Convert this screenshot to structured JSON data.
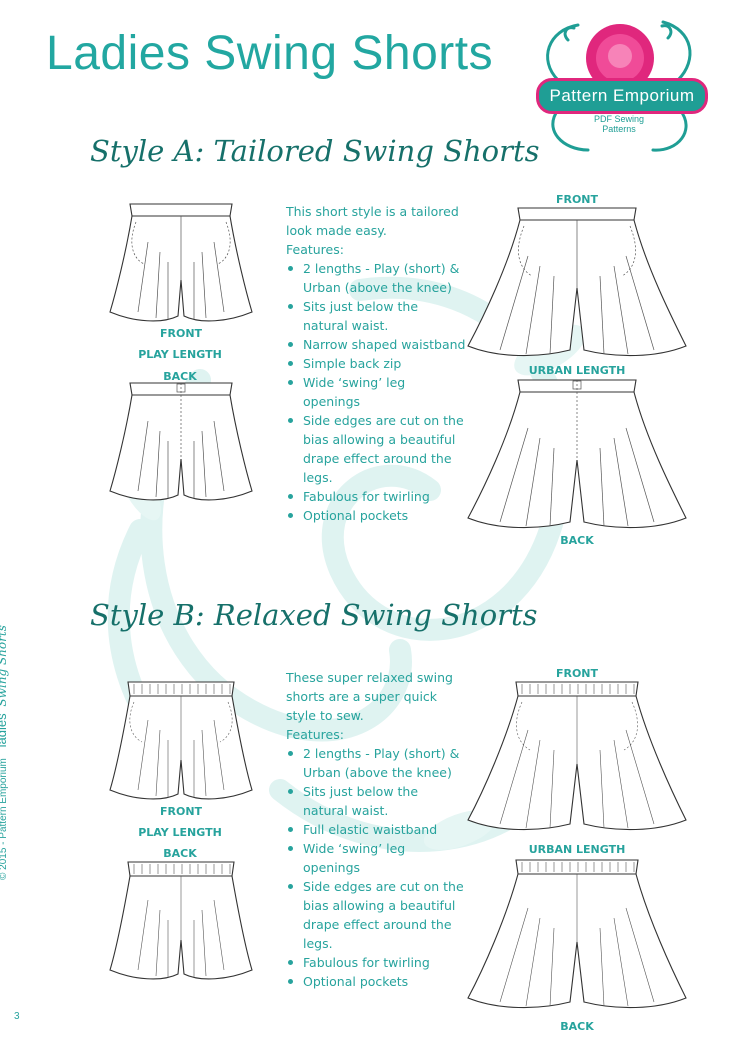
{
  "page": {
    "title": "Ladies Swing Shorts",
    "page_number": "3",
    "side_copyright": "© 2015 - Pattern Emporium",
    "side_title_a": "ladies",
    "side_title_b": "Swing Shorts"
  },
  "logo": {
    "brand": "Pattern Emporium",
    "tagline": "PDF Sewing Patterns"
  },
  "style_a": {
    "heading": "Style A: Tailored Swing Shorts",
    "intro": "This short style is a tailored look made easy.",
    "features_label": "Features:",
    "features": [
      "2 lengths - Play (short) & Urban (above the knee)",
      "Sits just below the natural waist.",
      "Narrow shaped waistband",
      "Simple back zip",
      "Wide ‘swing’ leg openings",
      "Side edges are cut on the bias allowing a beautiful drape effect around the legs.",
      "Fabulous for twirling",
      "Optional pockets"
    ],
    "labels": {
      "play_front": "FRONT",
      "play_length": "PLAY LENGTH",
      "play_back": "BACK",
      "urban_front": "FRONT",
      "urban_length": "URBAN LENGTH",
      "urban_back": "BACK"
    }
  },
  "style_b": {
    "heading": "Style B: Relaxed Swing Shorts",
    "intro": "These super relaxed swing shorts are a super quick style to sew.",
    "features_label": "Features:",
    "features": [
      "2 lengths - Play (short) & Urban (above the knee)",
      "Sits just below the natural waist.",
      "Full elastic waistband",
      "Wide ‘swing’ leg openings",
      "Side edges are cut on the bias allowing a beautiful drape effect around the legs.",
      "Fabulous for twirling",
      "Optional pockets"
    ],
    "labels": {
      "play_front": "FRONT",
      "play_length": "PLAY LENGTH",
      "play_back": "BACK",
      "urban_front": "FRONT",
      "urban_length": "URBAN LENGTH",
      "urban_back": "BACK"
    }
  }
}
